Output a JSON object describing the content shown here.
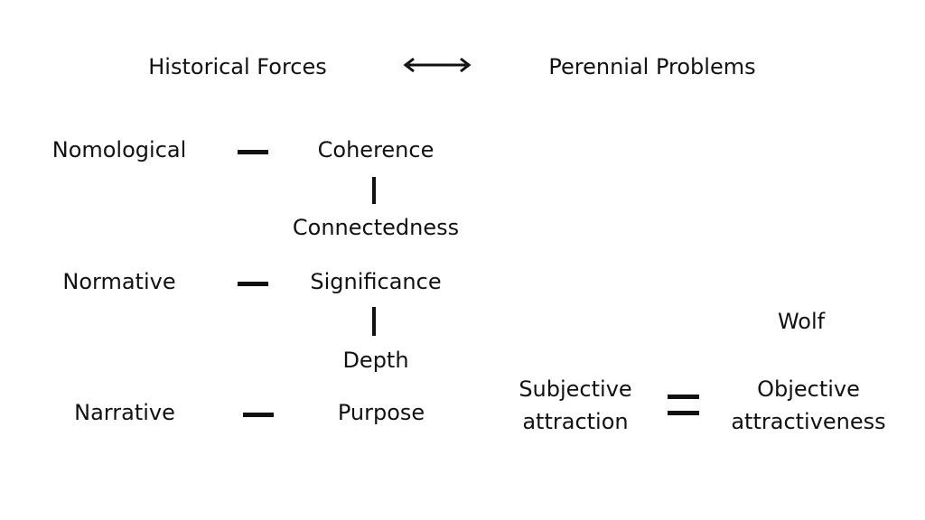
{
  "top": {
    "left": "Historical Forces",
    "right": "Perennial Problems"
  },
  "left_column": [
    "Nomological",
    "Normative",
    "Narrative"
  ],
  "center_column": [
    "Coherence",
    "Connectedness",
    "Significance",
    "Depth",
    "Purpose"
  ],
  "right_group": {
    "name": "Wolf",
    "left_line1": "Subjective",
    "left_line2": "attraction",
    "right_line1": "Objective",
    "right_line2": "attractiveness"
  },
  "icons": {
    "double_arrow": "double-arrow-icon"
  }
}
